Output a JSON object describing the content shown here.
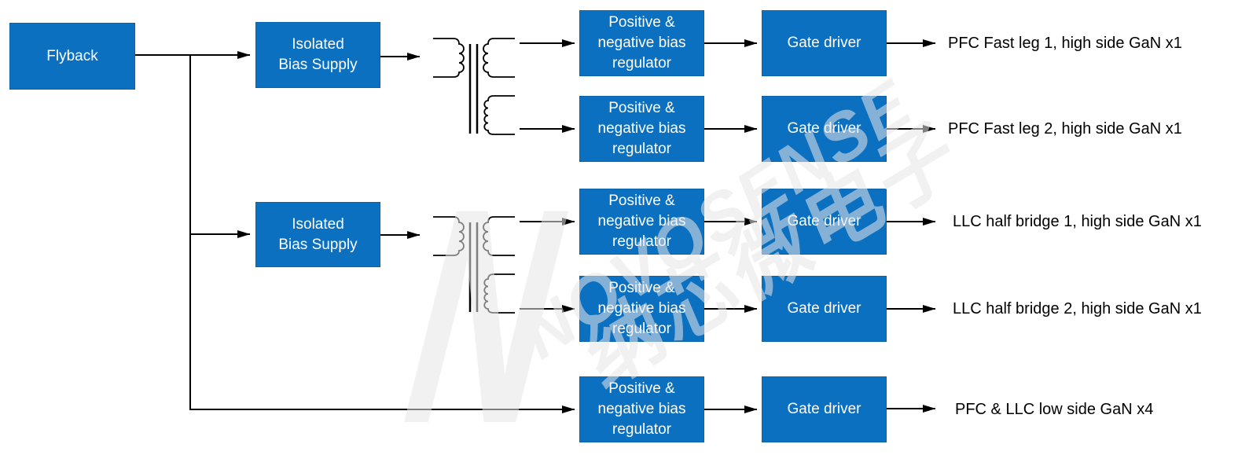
{
  "diagram": {
    "blocks": {
      "flyback": "Flyback",
      "isolated_bias_supply": "Isolated\nBias Supply"
    },
    "rows": [
      {
        "regulator_label": "Positive &\nnegative bias\nregulator",
        "gate_driver_label": "Gate driver",
        "output_label": "PFC Fast leg 1, high side GaN x1"
      },
      {
        "regulator_label": "Positive &\nnegative bias\nregulator",
        "gate_driver_label": "Gate driver",
        "output_label": "PFC Fast leg 2, high side GaN x1"
      },
      {
        "regulator_label": "Positive &\nnegative bias\nregulator",
        "gate_driver_label": "Gate driver",
        "output_label": "LLC half bridge 1, high side GaN x1"
      },
      {
        "regulator_label": "Positive &\nnegative bias\nregulator",
        "gate_driver_label": "Gate driver",
        "output_label": "LLC half bridge 2, high side GaN x1"
      },
      {
        "regulator_label": "Positive &\nnegative bias\nregulator",
        "gate_driver_label": "Gate driver",
        "output_label": "PFC & LLC low side GaN x4"
      }
    ],
    "watermark": {
      "logo_letter": "N",
      "brand": "NOVOSENSE",
      "brand_cn": "纳芯微电子"
    },
    "colors": {
      "box_fill": "#0b70c0",
      "box_border": "#0a63aa",
      "box_text": "#ffffff",
      "line": "#000000",
      "label_text": "#000000",
      "watermark": "#e7e7e7"
    }
  }
}
